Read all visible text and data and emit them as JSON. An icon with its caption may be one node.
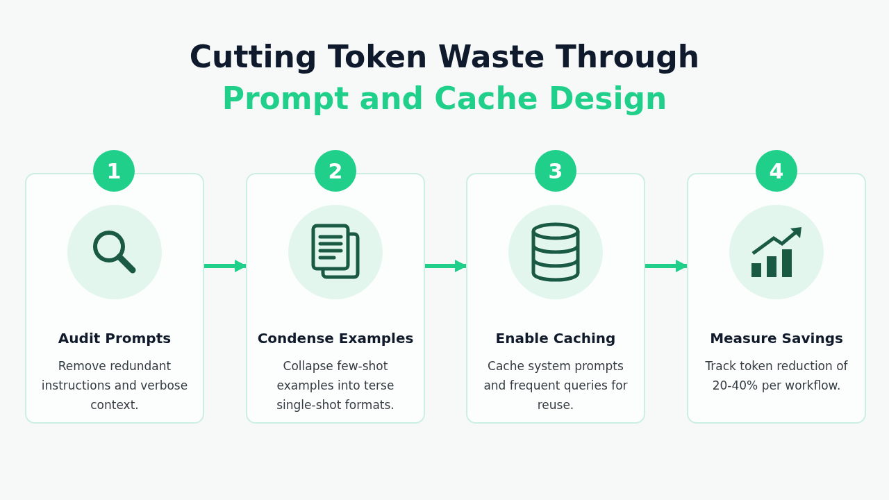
{
  "diagram": {
    "title": "Cutting Token Waste Through Prompt and Cache Design",
    "nodes": [
      {
        "text": [
          "1"
        ]
      },
      {
        "text": [
          "Audit Prompts",
          "Remove redundant instructions and verbose context."
        ]
      },
      {
        "text": [
          "2"
        ]
      },
      {
        "text": [
          "Condense Examples",
          "Collapse few-shot examples into terse single-shot formats."
        ]
      },
      {
        "text": [
          "3"
        ]
      },
      {
        "text": [
          "Enable Caching",
          "Cache system prompts and frequent queries for reuse."
        ]
      },
      {
        "text": [
          "4"
        ]
      },
      {
        "text": [
          "Measure Savings",
          "Track token reduction of 20-40% per workflow."
        ]
      }
    ],
    "edges": [
      {
        "from": 1,
        "to": 3,
        "arrow": "to"
      },
      {
        "from": 3,
        "to": 5,
        "arrow": "to"
      },
      {
        "from": 5,
        "to": 7,
        "arrow": "to"
      }
    ]
  }
}
